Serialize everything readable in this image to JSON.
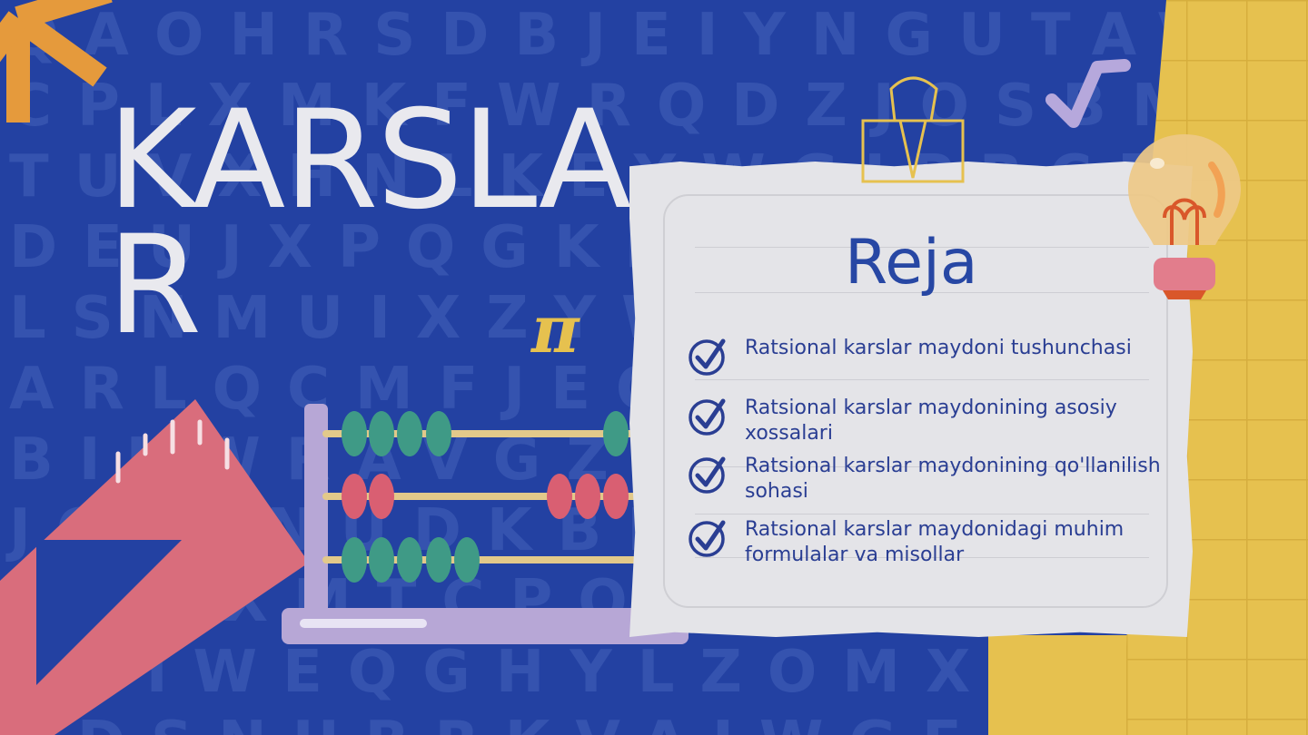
{
  "slide": {
    "title": "KARSLAR",
    "plan_heading": "Reja",
    "items": [
      "Ratsional karslar maydoni tushunchasi",
      "Ratsional karslar maydonining asosiy xossalari",
      "Ratsional karslar maydonining qo'llanilish sohasi",
      "Ratsional karslar maydonidagi muhim formulalar va misollar"
    ],
    "pi_symbol": "π"
  },
  "colors": {
    "background": "#2341a2",
    "accent_text": "#2747a4",
    "paper": "#e4e4e8",
    "yellow": "#e6c14f",
    "pink": "#d96d7c",
    "bead_green": "#3f9a86",
    "bead_red": "#d95f72",
    "frame": "#b7a7d6"
  },
  "icons": [
    "sunburst-icon",
    "check-circle-icon",
    "lightbulb-icon",
    "binder-clip-icon",
    "sqrt-icon",
    "pi-icon",
    "abacus-icon",
    "ruler-triangle-icon"
  ]
}
